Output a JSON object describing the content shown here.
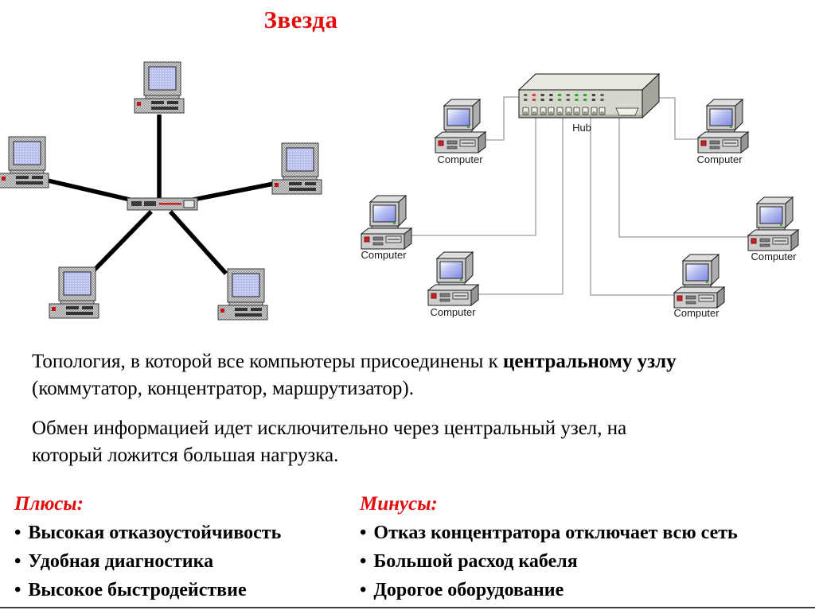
{
  "slide": {
    "title": "Звезда",
    "colors": {
      "accent_red": "#e60b0b",
      "text": "#000000",
      "cable_thick": "#000000",
      "cable_thin": "#9c9c9c"
    }
  },
  "definition": {
    "line1_prefix": "Топология, в которой все компьютеры присоединены к ",
    "line1_bold": "центральному узлу",
    "line2": "(коммутатор, концентратор, маршрутизатор)."
  },
  "note": {
    "line1": "Обмен информацией идет исключительно через центральный узел, на",
    "line2": "который ложится большая нагрузка."
  },
  "pros": {
    "heading": "Плюсы:",
    "bullet": "•",
    "items": [
      "Высокая отказоустойчивость",
      "Удобная диагностика",
      "Высокое быстродействие"
    ]
  },
  "cons": {
    "heading": "Минусы:",
    "bullet": "•",
    "items": [
      "Отказ концентратора отключает всю сеть",
      "Большой расход кабеля",
      "Дорогое оборудование"
    ]
  },
  "left_diagram": {
    "computer_count": 5
  },
  "right_diagram": {
    "hub_label": "Hub",
    "computer_label": "Computer",
    "computer_count": 6,
    "led_colors": [
      "#606060",
      "#d24040",
      "#404040",
      "#404040",
      "#2fa82f",
      "#606060",
      "#2fa82f",
      "#2fa82f",
      "#404040",
      "#606060"
    ]
  }
}
